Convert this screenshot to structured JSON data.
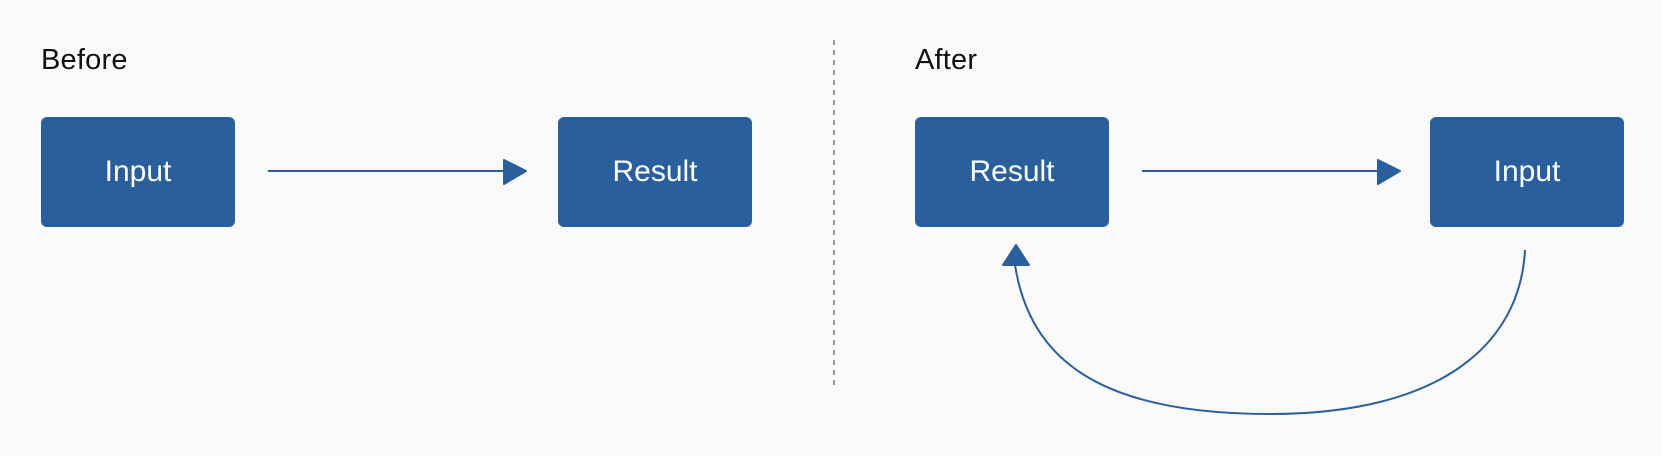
{
  "colors": {
    "node_fill": "#2a5f9e",
    "node_text": "#ffffff",
    "arrow": "#2a5f9e",
    "divider": "#777777",
    "background": "#fafafa"
  },
  "before": {
    "title": "Before",
    "nodes": [
      {
        "label": "Input"
      },
      {
        "label": "Result"
      }
    ]
  },
  "after": {
    "title": "After",
    "nodes": [
      {
        "label": "Result"
      },
      {
        "label": "Input"
      }
    ]
  }
}
